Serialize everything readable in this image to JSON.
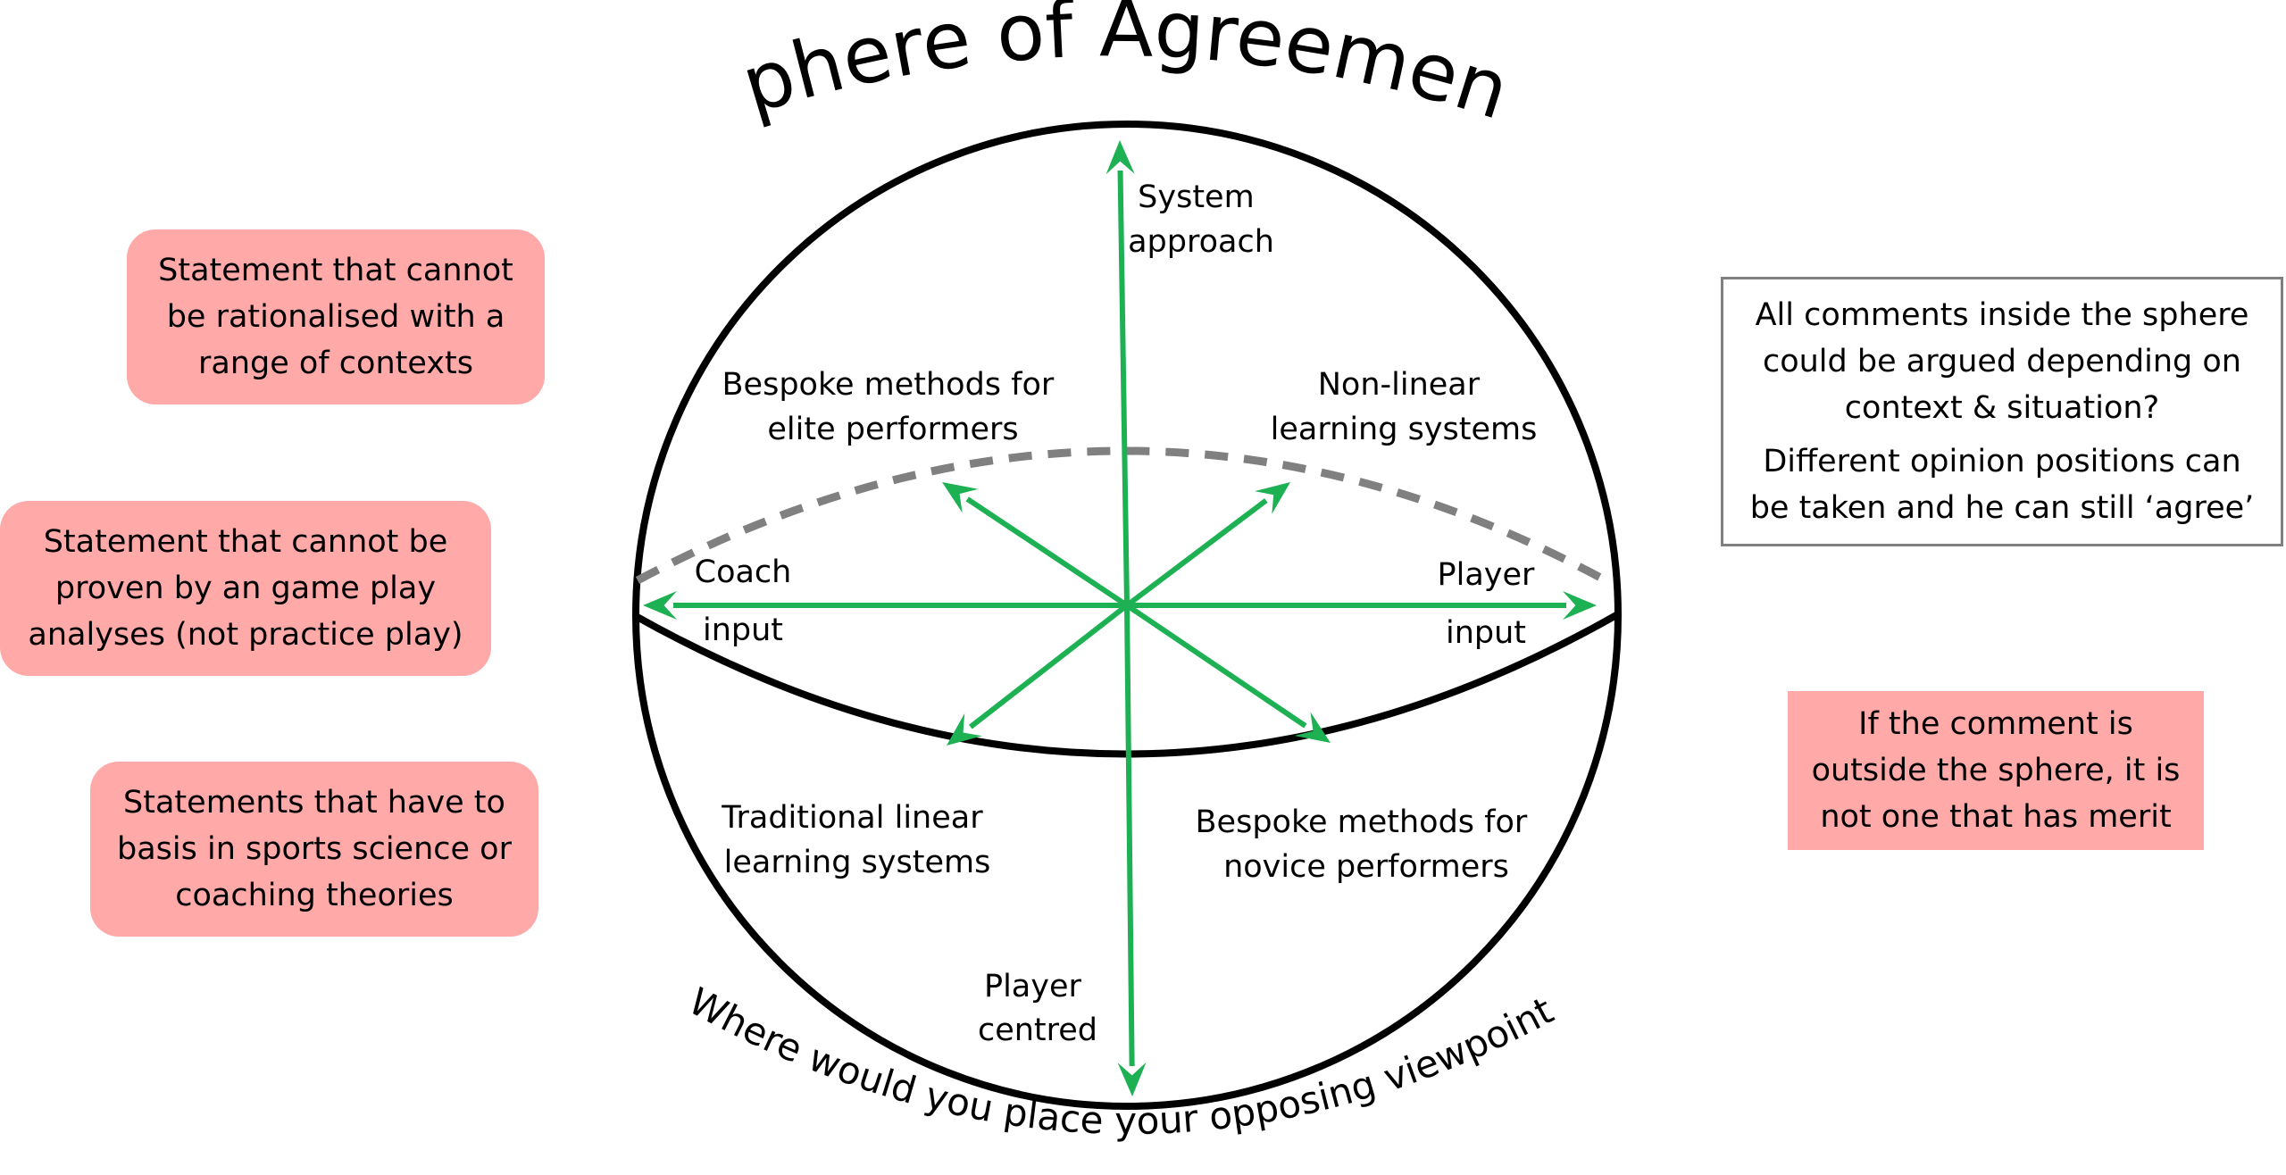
{
  "diagram": {
    "title": "Sphere of Agreement",
    "caption": "Where would you place your opposing viewpoints",
    "axes": {
      "top": [
        "System",
        "approach"
      ],
      "bottom": [
        "Player",
        "centred"
      ],
      "left_top": "Coach",
      "left_bottom": "input",
      "right_top": "Player",
      "right_bottom": "input",
      "upper_left": [
        "Bespoke methods for",
        "elite performers"
      ],
      "upper_right": [
        "Non-linear",
        "learning systems"
      ],
      "lower_left": [
        "Traditional linear",
        "learning systems"
      ],
      "lower_right": [
        "Bespoke methods for",
        "novice performers"
      ]
    },
    "left_statements": [
      [
        "Statement that cannot",
        "be rationalised with a",
        "range of contexts"
      ],
      [
        "Statement that cannot be",
        "proven by an game play",
        "analyses (not practice play)"
      ],
      [
        "Statements that have to",
        "basis in sports science or",
        "coaching theories"
      ]
    ],
    "info_box": {
      "paragraph_1": [
        "All comments inside the sphere",
        "could be argued depending on",
        "context & situation?"
      ],
      "paragraph_2": [
        "Different opinion positions can",
        "be taken and he can still ‘agree’"
      ]
    },
    "outside_note": [
      "If the comment is",
      "outside the sphere, it is",
      "not one that has merit"
    ],
    "colors": {
      "arrow": "#1db153",
      "sphere_outline": "#000000",
      "dashed_equator": "#808080",
      "statement_fill": "#ffa9a8",
      "info_border": "#808080"
    }
  }
}
